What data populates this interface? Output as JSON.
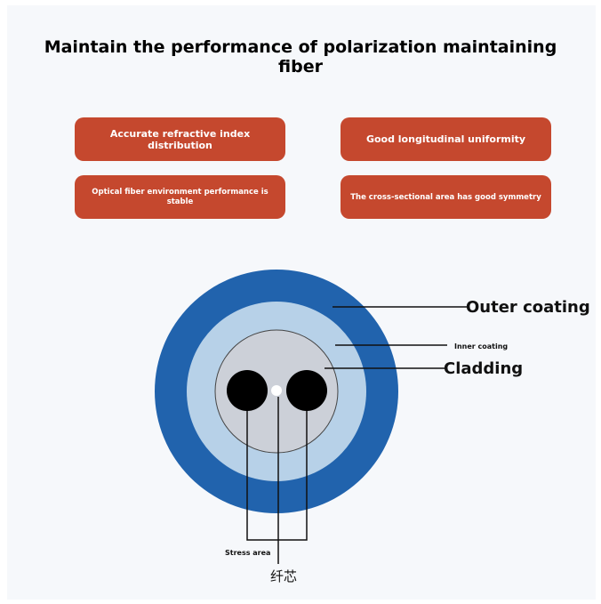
{
  "title": "Maintain the performance of polarization maintaining fiber",
  "features": {
    "accurate_refractive": "Accurate refractive index distribution",
    "longitudinal_uniformity": "Good longitudinal uniformity",
    "environment_performance": "Optical fiber environment performance is stable",
    "cross_section_symmetry": "The cross-sectional area has good symmetry"
  },
  "labels": {
    "outer_coating": "Outer coating",
    "inner_coating": "Inner coating",
    "cladding": "Cladding",
    "stress_area": "Stress area",
    "fiber_core": "纤芯"
  },
  "colors": {
    "feature_box": "#c5482e",
    "outer_coating": "#2163ad",
    "inner_coating": "#b7d1e8",
    "cladding": "#ccd0d8",
    "stress_rod": "#000000",
    "core": "#ffffff"
  }
}
